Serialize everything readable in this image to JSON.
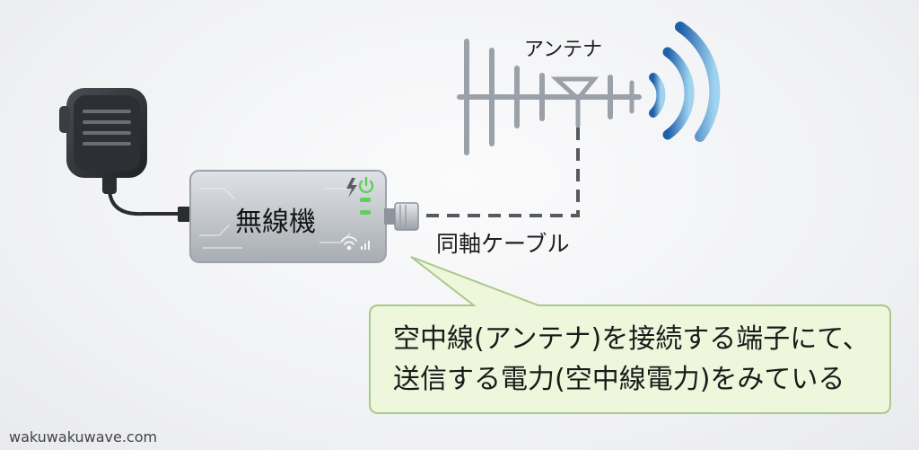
{
  "diagram": {
    "antenna_label": "アンテナ",
    "device_label": "無線機",
    "cable_label": "同軸ケーブル",
    "callout": {
      "line1": "空中線(アンテナ)を接続する端子にて、",
      "line2": "送信する電力(空中線電力)をみている"
    }
  },
  "watermark": "wakuwakuwave.com",
  "icons": [
    "microphone-icon",
    "power-icon",
    "lightning-icon",
    "wifi-icon",
    "signal-icon",
    "radio-wave-icon"
  ],
  "colors": {
    "callout_fill": "#eef7dc",
    "callout_border": "#a9c98a",
    "device_body": "#c9cdd2",
    "led_green": "#5fd05a",
    "wave_blue": "#2f86c9",
    "cable": "#555a60"
  }
}
